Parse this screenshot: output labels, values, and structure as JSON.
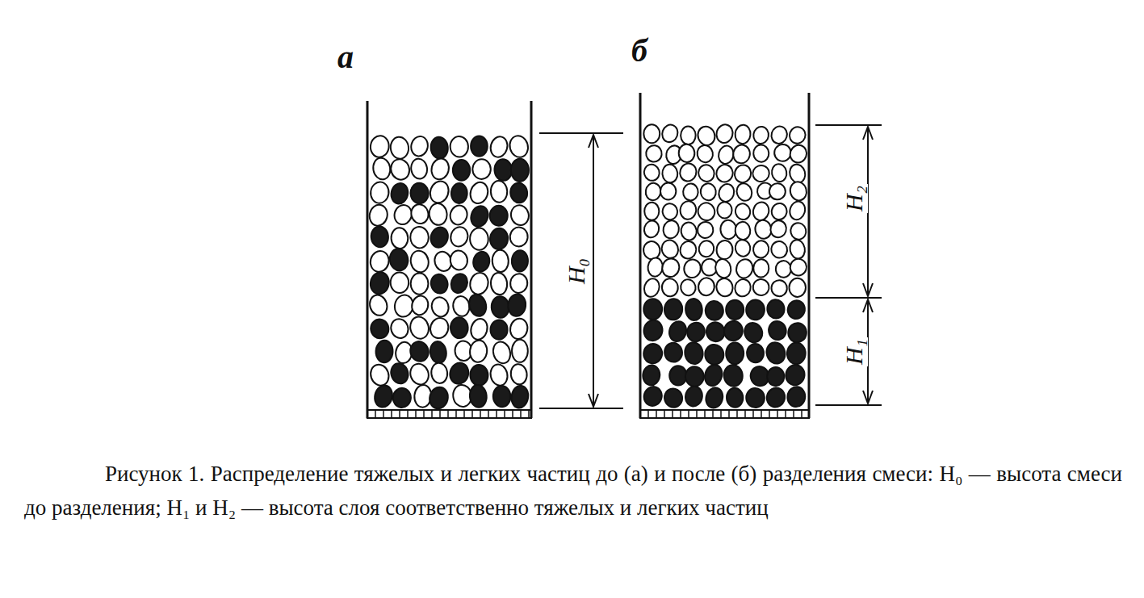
{
  "diagram": {
    "caption": "Рисунок 1. Распределение тяжелых и легких частиц до (а) и после (б) разделения смеси: H₀ — высота смеси до разделения; H₁ и H₂ — высота слоя соответственно тяжелых и легких частиц",
    "labels": [
      "а",
      "б",
      "H₀",
      "H₂",
      "H₁"
    ]
  }
}
